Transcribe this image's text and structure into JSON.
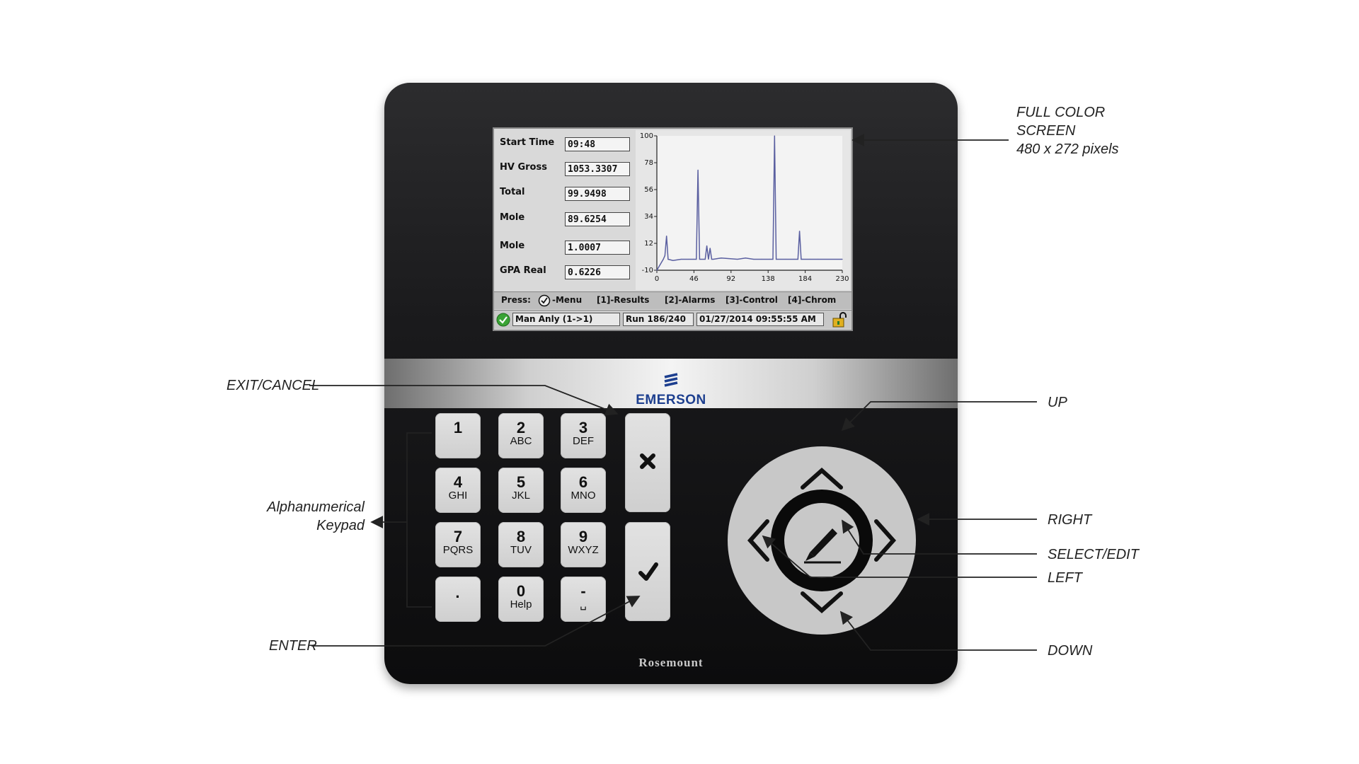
{
  "screen": {
    "fields": [
      {
        "label": "Start Time",
        "value": "09:48"
      },
      {
        "label": "HV Gross",
        "value": "1053.3307"
      },
      {
        "label": "Total",
        "value": "99.9498"
      },
      {
        "label": "Mole",
        "value": "89.6254"
      },
      {
        "label": "Mole",
        "value": "1.0007"
      },
      {
        "label": "GPA Real",
        "value": "0.6226"
      }
    ],
    "press_bar": {
      "press": "Press:",
      "menu": "-Menu",
      "results": "[1]-Results",
      "alarms": "[2]-Alarms",
      "control": "[3]-Control",
      "chrom": "[4]-Chrom"
    },
    "status": {
      "mode": "Man Anly (1->1)",
      "run": "Run 186/240",
      "datetime": "01/27/2014 09:55:55 AM"
    }
  },
  "chart_data": {
    "type": "line",
    "x": [
      0,
      8,
      10,
      12,
      14,
      20,
      30,
      40,
      45,
      49,
      51,
      53,
      60,
      62,
      64,
      66,
      68,
      70,
      80,
      100,
      110,
      120,
      130,
      140,
      144,
      146,
      148,
      160,
      170,
      175,
      177,
      179,
      181,
      190,
      200,
      230
    ],
    "y": [
      -10,
      -1,
      2,
      18,
      -1,
      -2,
      -1,
      -1,
      -1,
      -1,
      72,
      -1,
      -1,
      10,
      -1,
      8,
      -1,
      -1,
      0,
      -1,
      0,
      -1,
      -1,
      -1,
      -1,
      100,
      -1,
      -1,
      -1,
      -1,
      22,
      -1,
      -1,
      -1,
      -1,
      -1
    ],
    "xlim": [
      0,
      230
    ],
    "ylim": [
      -10,
      100
    ],
    "xticks": [
      "0",
      "46",
      "92",
      "138",
      "184",
      "230"
    ],
    "yticks": [
      "100",
      "78",
      "56",
      "34",
      "12",
      "-10"
    ],
    "line_color": "#5a5fa0"
  },
  "keypad": [
    {
      "main": "1",
      "sub": ""
    },
    {
      "main": "2",
      "sub": "ABC"
    },
    {
      "main": "3",
      "sub": "DEF"
    },
    {
      "main": "4",
      "sub": "GHI"
    },
    {
      "main": "5",
      "sub": "JKL"
    },
    {
      "main": "6",
      "sub": "MNO"
    },
    {
      "main": "7",
      "sub": "PQRS"
    },
    {
      "main": "8",
      "sub": "TUV"
    },
    {
      "main": "9",
      "sub": "WXYZ"
    },
    {
      "main": "·",
      "sub": ""
    },
    {
      "main": "0",
      "sub": "Help"
    },
    {
      "main": "-",
      "sub": "␣"
    }
  ],
  "brand": {
    "emerson": "EMERSON",
    "rosemount": "Rosemount"
  },
  "callouts": {
    "screen_line1": "FULL COLOR",
    "screen_line2": "SCREEN",
    "screen_line3": "480 x 272 pixels",
    "exit_cancel": "EXIT/CANCEL",
    "alpha_line1": "Alphanumerical",
    "alpha_line2": "Keypad",
    "enter": "ENTER",
    "up": "UP",
    "right": "RIGHT",
    "select_edit": "SELECT/EDIT",
    "left": "LEFT",
    "down": "DOWN"
  },
  "colors": {
    "brand_blue": "#1d3f8f",
    "status_ok": "#3aa335",
    "lock": "#e0b020"
  }
}
